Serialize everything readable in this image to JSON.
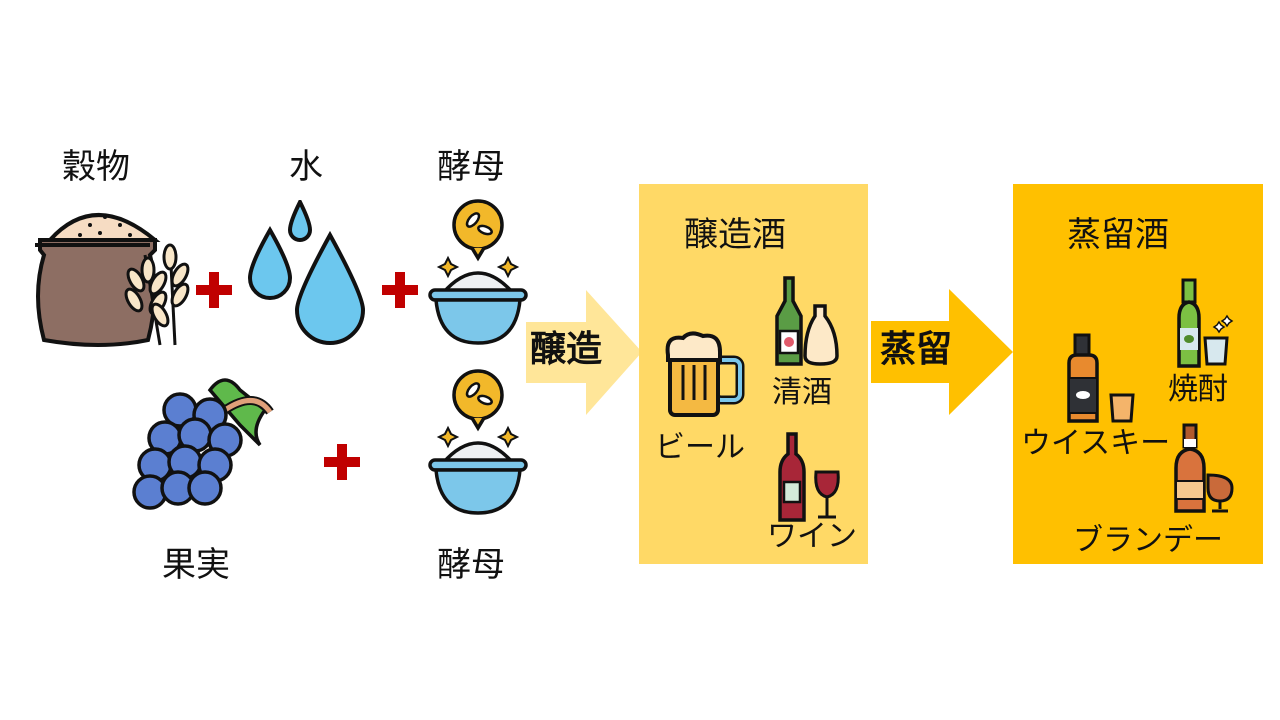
{
  "ingredients": {
    "row1": {
      "grain": {
        "label": "穀物",
        "icon": "grain-sack-icon"
      },
      "water": {
        "label": "水",
        "icon": "water-drops-icon"
      },
      "yeast": {
        "label": "酵母",
        "icon": "yeast-bowl-icon"
      }
    },
    "row2": {
      "fruit": {
        "label": "果実",
        "icon": "grapes-icon"
      },
      "yeast": {
        "label": "酵母",
        "icon": "yeast-bowl-icon"
      }
    },
    "plus_symbol": "+"
  },
  "process": {
    "brewing": {
      "label": "醸造",
      "color": "#ffe699"
    },
    "distillation": {
      "label": "蒸留",
      "color": "#ffc000"
    }
  },
  "brewed": {
    "title": "醸造酒",
    "color": "#ffd966",
    "items": [
      {
        "label": "ビール",
        "icon": "beer-mug-icon"
      },
      {
        "label": "清酒",
        "icon": "sake-bottle-icon"
      },
      {
        "label": "ワイン",
        "icon": "wine-bottle-icon"
      }
    ]
  },
  "distilled": {
    "title": "蒸留酒",
    "color": "#ffc000",
    "items": [
      {
        "label": "ウイスキー",
        "icon": "whisky-bottle-icon"
      },
      {
        "label": "焼酎",
        "icon": "shochu-bottle-icon"
      },
      {
        "label": "ブランデー",
        "icon": "brandy-bottle-icon"
      }
    ]
  }
}
